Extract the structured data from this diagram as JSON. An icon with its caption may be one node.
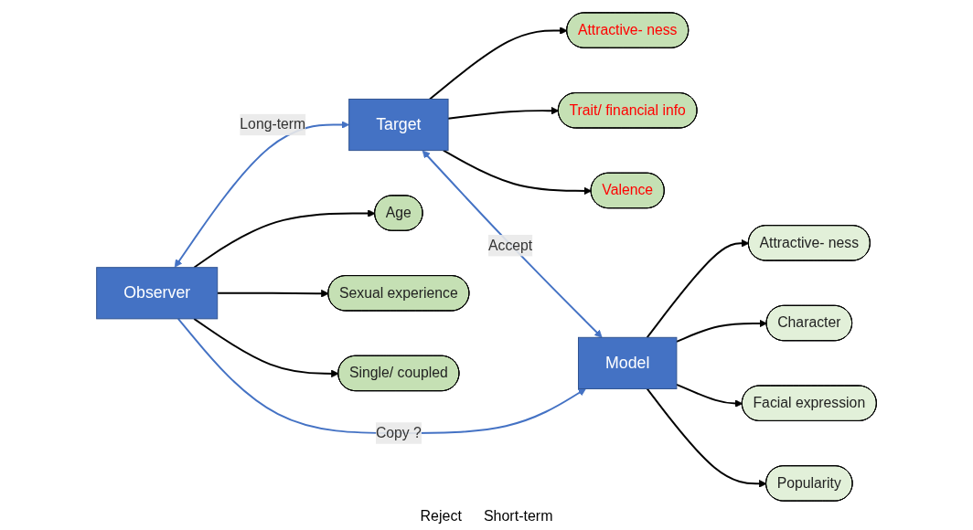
{
  "diagram": {
    "nodes": [
      {
        "text": [
          "Attractive- ness"
        ]
      },
      {
        "text": [
          "Trait/ financial info"
        ]
      },
      {
        "text": [
          "Valence"
        ]
      },
      {
        "text": [
          "Target"
        ]
      },
      {
        "text": [
          "Model"
        ]
      },
      {
        "text": [
          "Attractive- ness"
        ]
      },
      {
        "text": [
          "Character"
        ]
      },
      {
        "text": [
          "Facial expression"
        ]
      },
      {
        "text": [
          "Popularity"
        ]
      },
      {
        "text": [
          "Observer"
        ]
      },
      {
        "text": [
          "Age"
        ]
      },
      {
        "text": [
          "Sexual experience"
        ]
      },
      {
        "text": [
          "Single/ coupled"
        ]
      }
    ],
    "edges": [
      {
        "from": 3,
        "to": 0,
        "arrow": "to"
      },
      {
        "from": 3,
        "to": 1,
        "arrow": "to"
      },
      {
        "from": 3,
        "to": 2,
        "arrow": "to"
      },
      {
        "from": 3,
        "to": 4,
        "arrow": "both",
        "label": "Accept",
        "color": "#4472c4"
      },
      {
        "from": 9,
        "to": 3,
        "arrow": "both",
        "label": "Long-term",
        "color": "#4472c4"
      },
      {
        "from": 9,
        "to": 4,
        "arrow": "to",
        "label": "Copy ?",
        "color": "#4472c4"
      },
      {
        "from": 4,
        "to": 5,
        "arrow": "to"
      },
      {
        "from": 4,
        "to": 6,
        "arrow": "to"
      },
      {
        "from": 4,
        "to": 7,
        "arrow": "to"
      },
      {
        "from": 4,
        "to": 8,
        "arrow": "to"
      },
      {
        "from": 9,
        "to": 10,
        "arrow": "to"
      },
      {
        "from": 9,
        "to": 11,
        "arrow": "to"
      },
      {
        "from": 9,
        "to": 12,
        "arrow": "to"
      }
    ],
    "labels": [
      "Reject",
      "Short-term"
    ]
  }
}
